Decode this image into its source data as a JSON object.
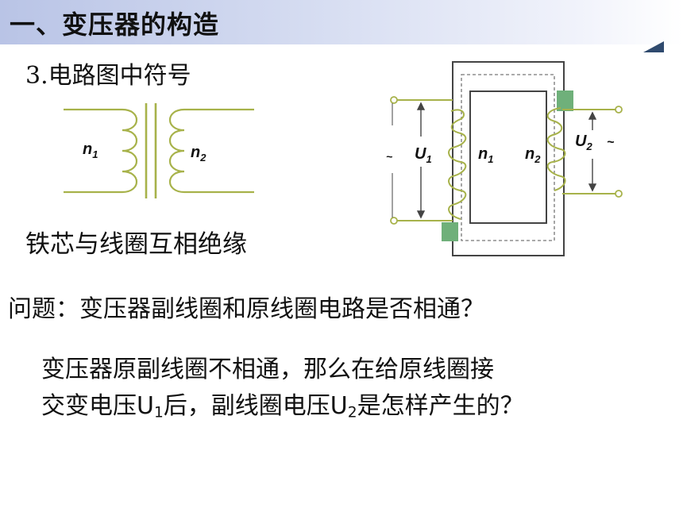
{
  "header": {
    "title": "一、变压器的构造"
  },
  "section": {
    "heading": "3.电路图中符号"
  },
  "symbol": {
    "n1": "n",
    "n1_sub": "1",
    "n2": "n",
    "n2_sub": "2"
  },
  "transformer": {
    "u1": "U",
    "u1_sub": "1",
    "n1": "n",
    "n1_sub": "1",
    "n2": "n",
    "n2_sub": "2",
    "u2": "U",
    "u2_sub": "2",
    "ac_left": "~",
    "ac_right": "~"
  },
  "insulation": "铁芯与线圈互相绝缘",
  "question": "问题：变压器副线圈和原线圈电路是否相通？",
  "answer": {
    "line1": "变压器原副线圈不相通，那么在给原线圈接",
    "line2_a": "交变电压U",
    "line2_sub1": "1",
    "line2_b": "后，副线圈电压U",
    "line2_sub2": "2",
    "line2_c": "是怎样产生的？"
  },
  "colors": {
    "coil": "#a7b24a",
    "core": "#444444",
    "core_dash": "#777777",
    "clamp": "#6fb07a",
    "header_start": "#b9c4e6"
  }
}
